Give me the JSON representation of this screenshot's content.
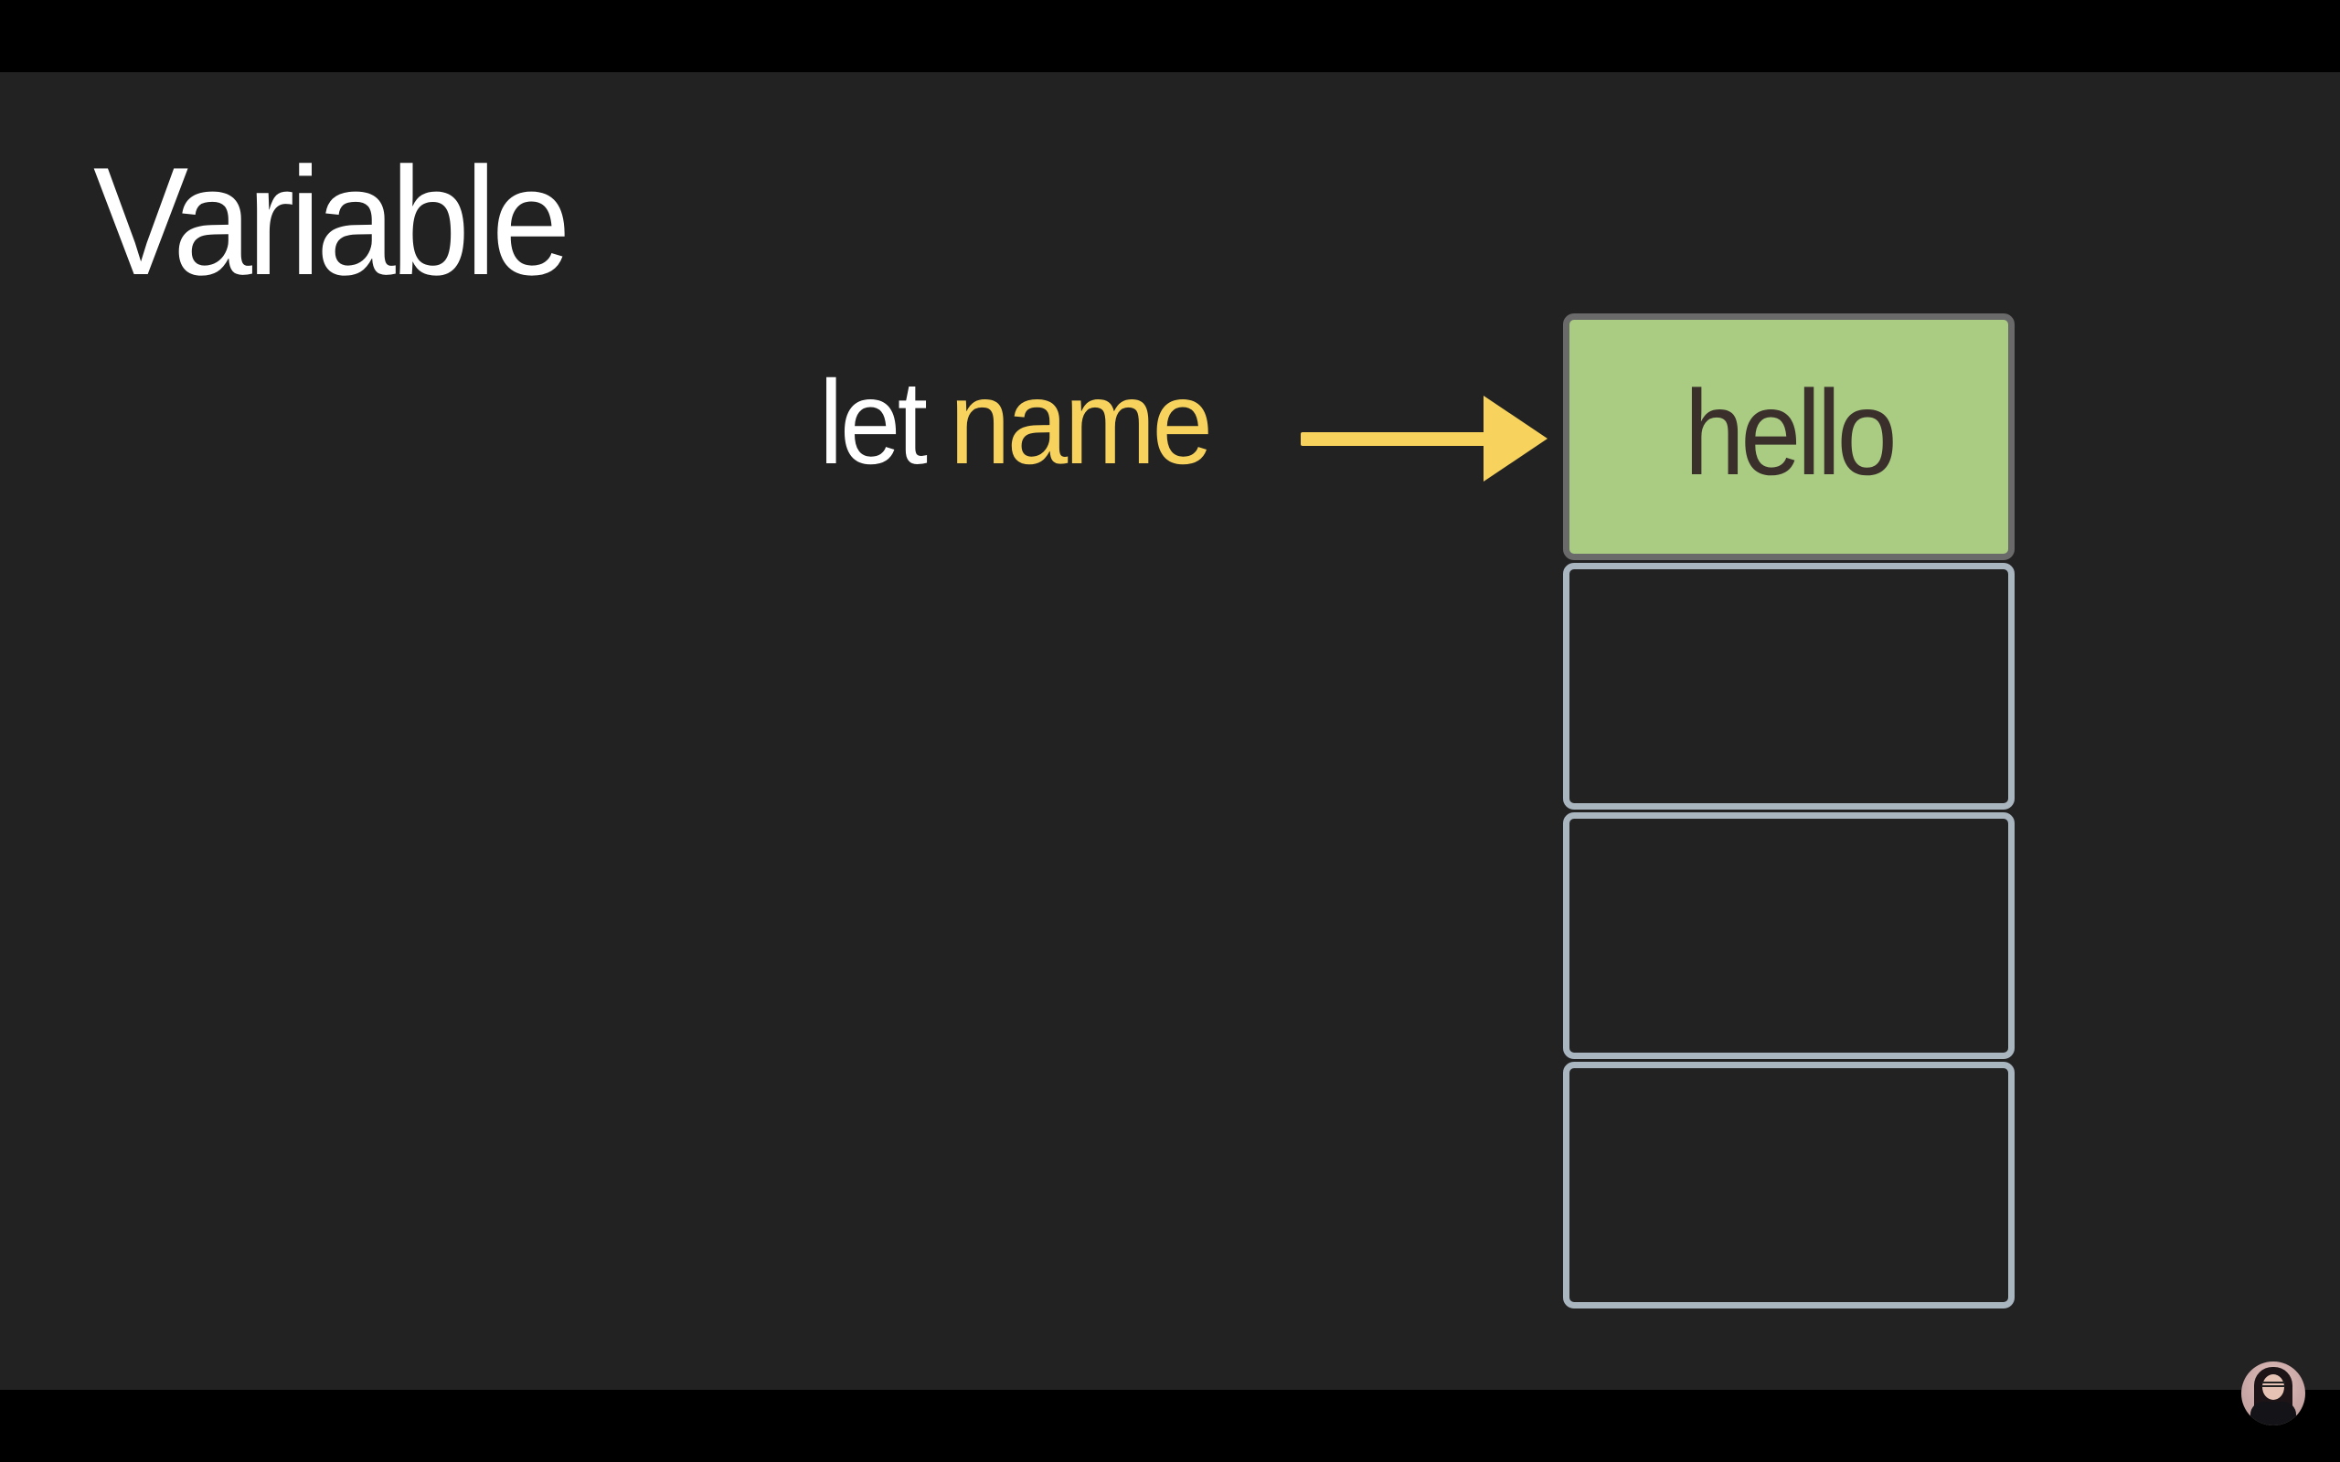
{
  "slide": {
    "title": "Variable",
    "background_color": "#222222",
    "declaration": {
      "keyword": "let",
      "identifier": "name",
      "keyword_color": "#ffffff",
      "identifier_color": "#f7d35e"
    },
    "arrow": {
      "icon": "arrow-right-icon",
      "color": "#f7d35e"
    },
    "memory": {
      "cells": [
        {
          "value": "hello",
          "filled": true,
          "fill_color": "#a9cc82"
        },
        {
          "value": "",
          "filled": false
        },
        {
          "value": "",
          "filled": false
        },
        {
          "value": "",
          "filled": false
        }
      ],
      "cell_border_color": "#a9b6c0",
      "filled_border_color": "#6a6a6a"
    }
  },
  "presenter": {
    "avatar": "presenter-avatar"
  }
}
